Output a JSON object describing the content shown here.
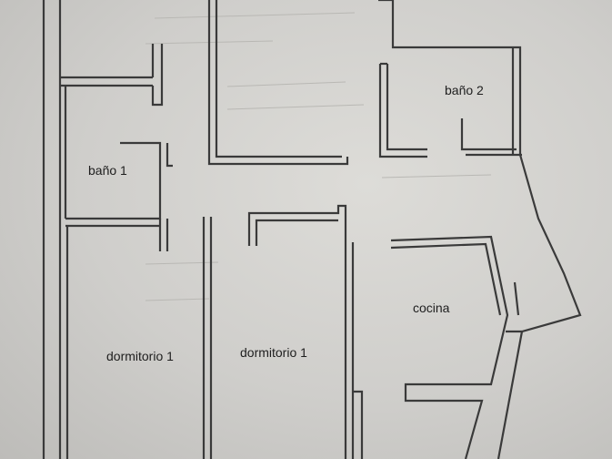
{
  "rooms": {
    "bathroom_1": "baño 1",
    "bathroom_2": "baño 2",
    "bedroom_left": "dormitorio 1",
    "bedroom_center": "dormitorio 1",
    "kitchen": "cocina"
  },
  "colors": {
    "paper": "#d6d5d1",
    "wall": "#3a3a3a",
    "text": "#1e1e1e"
  }
}
